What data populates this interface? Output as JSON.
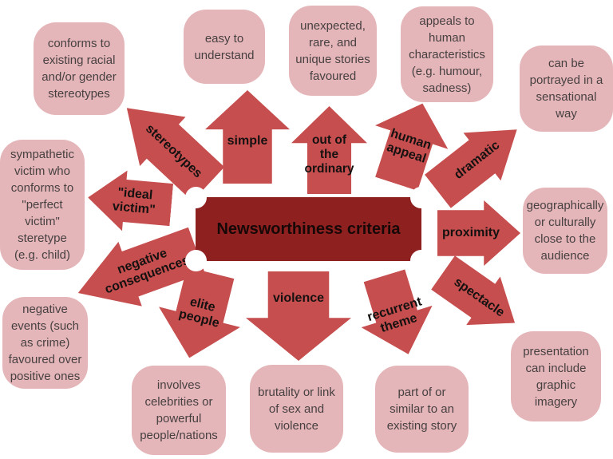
{
  "title": "Newsworthiness criteria",
  "colors": {
    "bg": "#ffffff",
    "arrow": "#c64e4e",
    "note": "#e5b6b9",
    "center": "#8f2020",
    "note_text": "#474041",
    "arrow_text": "#151111",
    "title_text": "#170808"
  },
  "center": {
    "label": "Newsworthiness criteria"
  },
  "arrows": {
    "stereotypes": {
      "label": "stereotypes"
    },
    "simple": {
      "label": "simple"
    },
    "out_of_the_ordinary": {
      "label": "out of\nthe\nordinary"
    },
    "human_appeal": {
      "label": "human\nappeal"
    },
    "dramatic": {
      "label": "dramatic"
    },
    "proximity": {
      "label": "proximity"
    },
    "spectacle": {
      "label": "spectacle"
    },
    "recurrent_theme": {
      "label": "recurrent\ntheme"
    },
    "violence": {
      "label": "violence"
    },
    "elite_people": {
      "label": "elite\npeople"
    },
    "negative_consequences": {
      "label": "negative\nconsequences"
    },
    "ideal_victim": {
      "label": "\"ideal\nvictim\""
    }
  },
  "notes": {
    "conforms": {
      "text": "conforms to\nexisting racial\nand/or gender\nstereotypes"
    },
    "easy": {
      "text": "easy to\nunderstand"
    },
    "unexpected": {
      "text": "unexpected,\nrare, and\nunique stories\nfavoured"
    },
    "appeals": {
      "text": "appeals to\nhuman\ncharacteristics\n(e.g. humour,\nsadness)"
    },
    "sensational": {
      "text": "can be\nportrayed in a\nsensational\nway"
    },
    "sympathetic": {
      "text": "sympathetic\nvictim who\nconforms to\n\"perfect\nvictim\"\nsteretype\n(e.g. child)"
    },
    "geographic": {
      "text": "geographically\nor culturally\nclose to the\naudience"
    },
    "negative_events": {
      "text": "negative\nevents (such\nas crime)\nfavoured over\npositive ones"
    },
    "celebrities": {
      "text": "involves\ncelebrities or\npowerful\npeople/nations"
    },
    "brutality": {
      "text": "brutality or link\nof sex and\nviolence"
    },
    "existing_story": {
      "text": "part of or\nsimilar to an\nexisting story"
    },
    "graphic_imagery": {
      "text": "presentation\ncan include\ngraphic\nimagery"
    }
  }
}
